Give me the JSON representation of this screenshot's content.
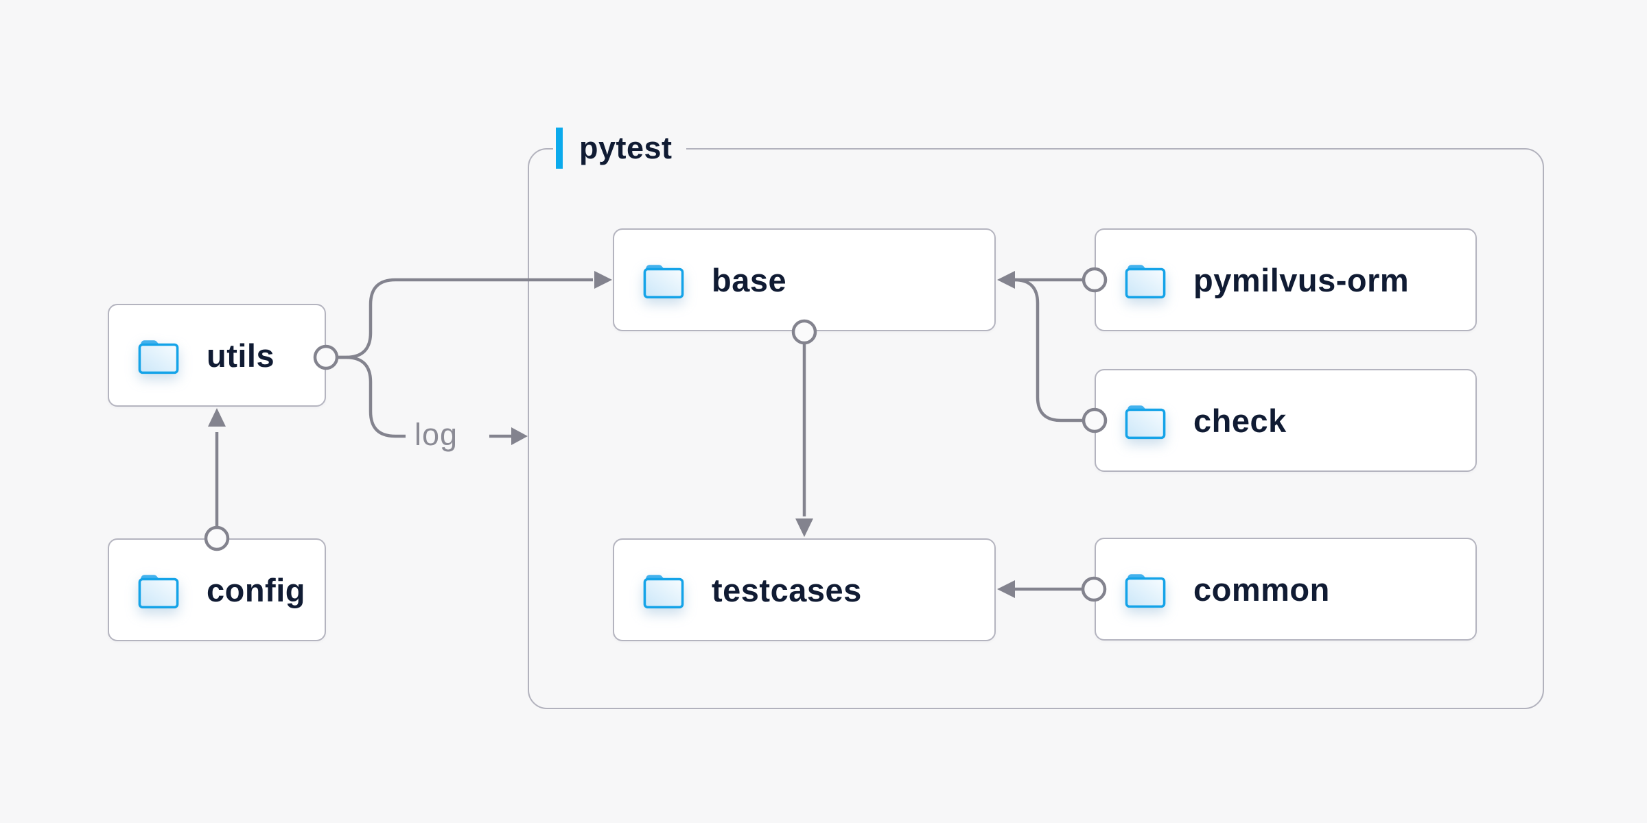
{
  "diagram": {
    "title_group": {
      "label": "pytest"
    },
    "nodes": [
      {
        "id": "utils",
        "label": "utils"
      },
      {
        "id": "config",
        "label": "config"
      },
      {
        "id": "base",
        "label": "base"
      },
      {
        "id": "testcases",
        "label": "testcases"
      },
      {
        "id": "pymilvus-orm",
        "label": "pymilvus-orm"
      },
      {
        "id": "check",
        "label": "check"
      },
      {
        "id": "common",
        "label": "common"
      }
    ],
    "edges": [
      {
        "from": "config",
        "to": "utils",
        "style": "arrow"
      },
      {
        "from": "utils",
        "to": "base",
        "style": "arrow"
      },
      {
        "from": "utils",
        "to": "pytest",
        "style": "arrow",
        "label": "log"
      },
      {
        "from": "base",
        "to": "testcases",
        "style": "arrow"
      },
      {
        "from": "pymilvus-orm",
        "to": "base",
        "style": "arrow"
      },
      {
        "from": "check",
        "to": "base",
        "style": "arrow"
      },
      {
        "from": "common",
        "to": "testcases",
        "style": "arrow"
      }
    ],
    "icons": {
      "node_icon": "folder-icon"
    },
    "colors": {
      "background": "#f7f7f8",
      "accent_bar": "#0baaec",
      "wire": "#83838e",
      "box_border": "#b4b4bf",
      "group_border": "#b2b2bd",
      "text": "#101b33",
      "muted_text": "#8b8b95",
      "folder_stroke": "#14a3e8",
      "folder_tab": "#43b1ed"
    }
  }
}
